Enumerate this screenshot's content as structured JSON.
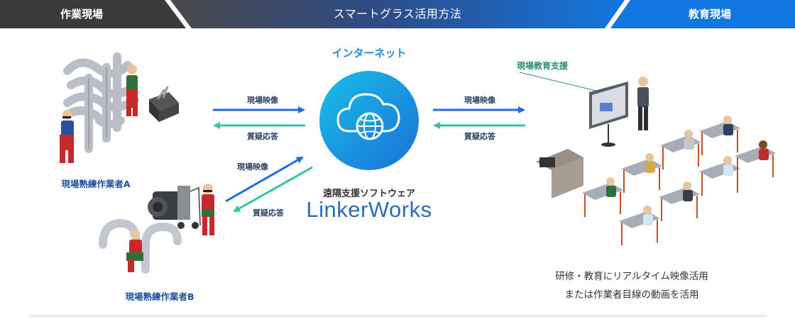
{
  "header": {
    "left_label": "作業現場",
    "center_label": "スマートグラス活用方法",
    "right_label": "教育現場"
  },
  "colors": {
    "banner_dark": "#3a3a3a",
    "banner_blue": "#1276e0",
    "arrow_blue": "#1a6fe0",
    "arrow_green": "#2ec6a4",
    "hub_gradient": [
      "#19c0e8",
      "#1a6fd8"
    ]
  },
  "center": {
    "internet_label": "インターネット",
    "hub_icon": "cloud-globe-icon",
    "software_label": "遠隔支援ソフトウェア",
    "brand_name": "LinkerWorks"
  },
  "left": {
    "worker_a_label": "現場熟練作業者A",
    "worker_b_label": "現場熟練作業者B",
    "arrow_a_top": "現場映像",
    "arrow_a_bottom": "質疑応答",
    "arrow_b_top": "現場映像",
    "arrow_b_bottom": "質疑応答"
  },
  "right": {
    "classroom_label": "現場教育支援",
    "arrow_top": "現場映像",
    "arrow_bottom": "質疑応答",
    "caption_line1": "研修・教育にリアルタイム映像活用",
    "caption_line2": "または作業者目線の動画を活用"
  }
}
